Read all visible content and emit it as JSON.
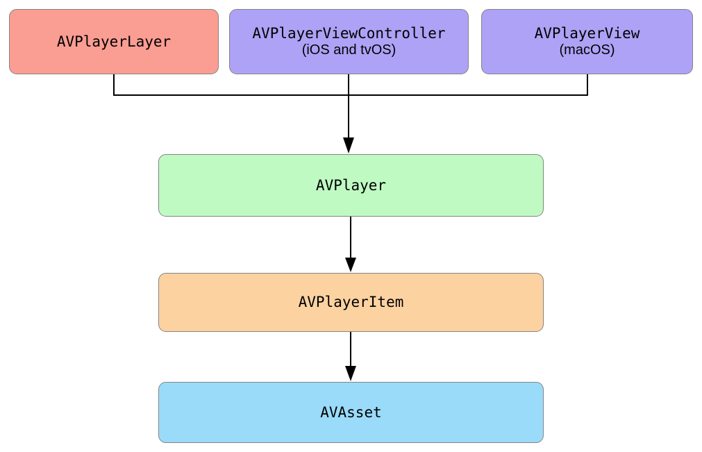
{
  "diagram": {
    "nodes": [
      {
        "id": "avplayerlayer",
        "label": "AVPlayerLayer",
        "sublabel": "",
        "fill": "#FA9D93"
      },
      {
        "id": "avplayerviewcontroller",
        "label": "AVPlayerViewController",
        "sublabel": "(iOS and tvOS)",
        "fill": "#AEA2F6"
      },
      {
        "id": "avplayerview",
        "label": "AVPlayerView",
        "sublabel": "(macOS)",
        "fill": "#AEA2F6"
      },
      {
        "id": "avplayer",
        "label": "AVPlayer",
        "sublabel": "",
        "fill": "#BFFAC2"
      },
      {
        "id": "avplayeritem",
        "label": "AVPlayerItem",
        "sublabel": "",
        "fill": "#FCD2A1"
      },
      {
        "id": "avasset",
        "label": "AVAsset",
        "sublabel": "",
        "fill": "#9ADBFA"
      }
    ],
    "connector_color": "#000000",
    "border_color": "#848484"
  }
}
